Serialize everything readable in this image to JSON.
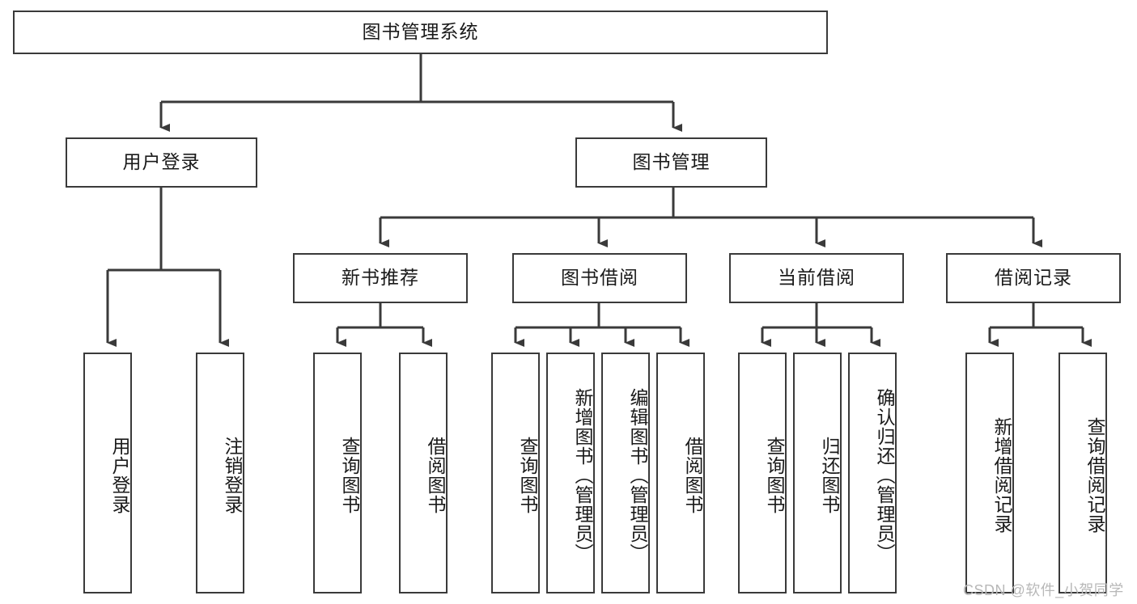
{
  "diagram": {
    "type": "hierarchy-tree",
    "title": "图书管理系统",
    "watermark": "CSDN @软件_小贺同学",
    "root": {
      "id": "root",
      "label": "图书管理系统"
    },
    "level2": [
      {
        "id": "user-login",
        "label": "用户登录"
      },
      {
        "id": "book-manage",
        "label": "图书管理"
      }
    ],
    "level3": [
      {
        "id": "new-book-recommend",
        "label": "新书推荐",
        "parent": "book-manage"
      },
      {
        "id": "book-borrow",
        "label": "图书借阅",
        "parent": "book-manage"
      },
      {
        "id": "current-borrow",
        "label": "当前借阅",
        "parent": "book-manage"
      },
      {
        "id": "borrow-record",
        "label": "借阅记录",
        "parent": "book-manage"
      }
    ],
    "leaves": [
      {
        "id": "leaf-user-login",
        "label": "用户登录",
        "parent": "user-login"
      },
      {
        "id": "leaf-user-logout",
        "label": "注销登录",
        "parent": "user-login"
      },
      {
        "id": "leaf-query-book-1",
        "label": "查询图书",
        "parent": "new-book-recommend"
      },
      {
        "id": "leaf-borrow-book-1",
        "label": "借阅图书",
        "parent": "new-book-recommend"
      },
      {
        "id": "leaf-query-book-2",
        "label": "查询图书",
        "parent": "book-borrow"
      },
      {
        "id": "leaf-add-book",
        "label": "新增图书（管理员）",
        "parent": "book-borrow"
      },
      {
        "id": "leaf-edit-book",
        "label": "编辑图书（管理员）",
        "parent": "book-borrow"
      },
      {
        "id": "leaf-borrow-book-2",
        "label": "借阅图书",
        "parent": "book-borrow"
      },
      {
        "id": "leaf-query-book-3",
        "label": "查询图书",
        "parent": "current-borrow"
      },
      {
        "id": "leaf-return-book",
        "label": "归还图书",
        "parent": "current-borrow"
      },
      {
        "id": "leaf-confirm-return",
        "label": "确认归还（管理员）",
        "parent": "current-borrow"
      },
      {
        "id": "leaf-add-record",
        "label": "新增借阅记录",
        "parent": "borrow-record"
      },
      {
        "id": "leaf-query-record",
        "label": "查询借阅记录",
        "parent": "borrow-record"
      }
    ],
    "colors": {
      "stroke": "#3a3a3a",
      "fill": "#ffffff",
      "text": "#1a1a1a",
      "watermark": "#b8b8b8"
    }
  }
}
